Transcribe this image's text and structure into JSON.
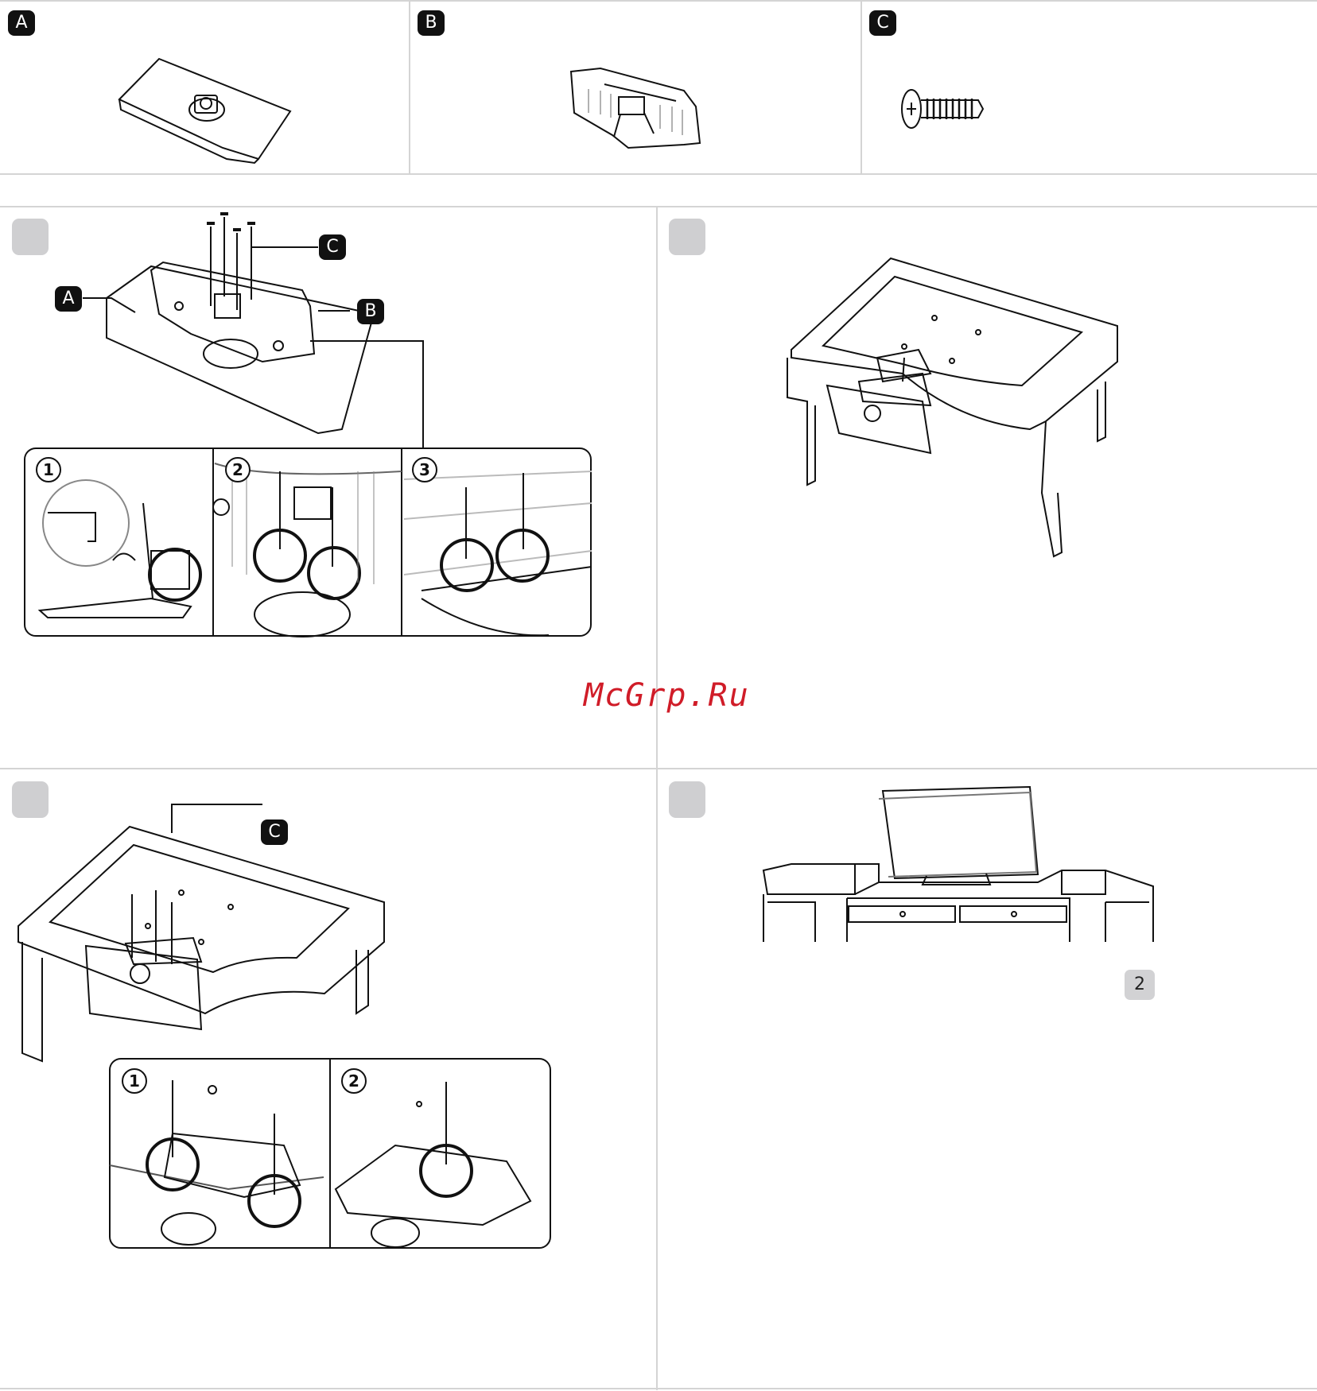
{
  "parts": [
    {
      "label": "A"
    },
    {
      "label": "B"
    },
    {
      "label": "C"
    }
  ],
  "callouts": {
    "step1_a": "A",
    "step1_b": "B",
    "step1_c": "C",
    "step3_c": "C"
  },
  "sub_steps": {
    "one": "1",
    "two": "2",
    "three": "3"
  },
  "watermark": "McGrp.Ru",
  "page_number": "2"
}
